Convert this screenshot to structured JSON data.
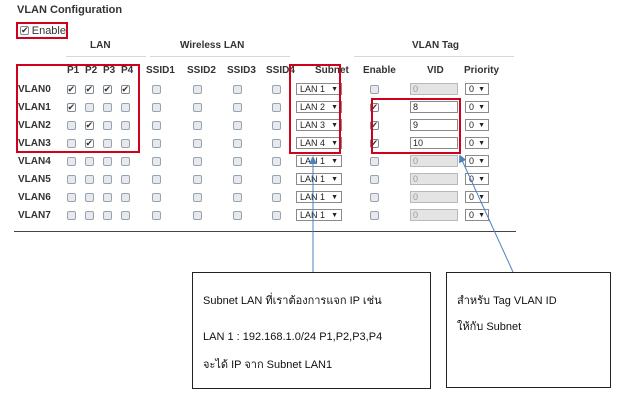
{
  "title": "VLAN Configuration",
  "enable": {
    "label": "Enable",
    "checked": true
  },
  "groups": {
    "lan": "LAN",
    "wireless": "Wireless LAN",
    "vlan_tag": "VLAN Tag"
  },
  "columns": {
    "lan_ports": [
      "P1",
      "P2",
      "P3",
      "P4"
    ],
    "ssids": [
      "SSID1",
      "SSID2",
      "SSID3",
      "SSID4"
    ],
    "subnet": "Subnet",
    "enable": "Enable",
    "vid": "VID",
    "priority": "Priority"
  },
  "rows": [
    {
      "name": "VLAN0",
      "lan": [
        true,
        true,
        true,
        true
      ],
      "ssid": [
        false,
        false,
        false,
        false
      ],
      "subnet": "LAN 1",
      "tag_enabled": false,
      "vid": "0",
      "priority": "0"
    },
    {
      "name": "VLAN1",
      "lan": [
        true,
        false,
        false,
        false
      ],
      "ssid": [
        false,
        false,
        false,
        false
      ],
      "subnet": "LAN 2",
      "tag_enabled": true,
      "vid": "8",
      "priority": "0"
    },
    {
      "name": "VLAN2",
      "lan": [
        false,
        true,
        false,
        false
      ],
      "ssid": [
        false,
        false,
        false,
        false
      ],
      "subnet": "LAN 3",
      "tag_enabled": true,
      "vid": "9",
      "priority": "0"
    },
    {
      "name": "VLAN3",
      "lan": [
        false,
        true,
        false,
        false
      ],
      "ssid": [
        false,
        false,
        false,
        false
      ],
      "subnet": "LAN 4",
      "tag_enabled": true,
      "vid": "10",
      "priority": "0"
    },
    {
      "name": "VLAN4",
      "lan": [
        false,
        false,
        false,
        false
      ],
      "ssid": [
        false,
        false,
        false,
        false
      ],
      "subnet": "LAN 1",
      "tag_enabled": false,
      "vid": "0",
      "priority": "0"
    },
    {
      "name": "VLAN5",
      "lan": [
        false,
        false,
        false,
        false
      ],
      "ssid": [
        false,
        false,
        false,
        false
      ],
      "subnet": "LAN 1",
      "tag_enabled": false,
      "vid": "0",
      "priority": "0"
    },
    {
      "name": "VLAN6",
      "lan": [
        false,
        false,
        false,
        false
      ],
      "ssid": [
        false,
        false,
        false,
        false
      ],
      "subnet": "LAN 1",
      "tag_enabled": false,
      "vid": "0",
      "priority": "0"
    },
    {
      "name": "VLAN7",
      "lan": [
        false,
        false,
        false,
        false
      ],
      "ssid": [
        false,
        false,
        false,
        false
      ],
      "subnet": "LAN 1",
      "tag_enabled": false,
      "vid": "0",
      "priority": "0"
    }
  ],
  "notes": {
    "subnet_note": {
      "line1": "Subnet LAN ที่เราต้องการแจก IP เช่น",
      "line2": "LAN 1 : 192.168.1.0/24 P1,P2,P3,P4",
      "line3": "จะได้ IP จาก Subnet LAN1"
    },
    "tag_note": {
      "line1": "สำหรับ Tag VLAN ID",
      "line2": "ให้กับ Subnet"
    }
  },
  "colors": {
    "highlight": "#d0021b",
    "arrow": "#4f81bd"
  }
}
